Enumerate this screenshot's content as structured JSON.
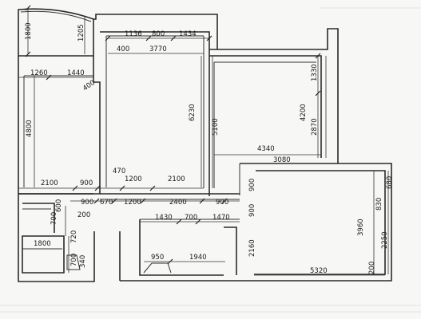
{
  "dimensions": {
    "d1800_top": "1800",
    "d1205": "1205",
    "d1136": "1136",
    "d800_top": "800",
    "d1434": "1434",
    "d400_a": "400",
    "d3770": "3770",
    "d1260": "1260",
    "d1440": "1440",
    "d400_b": "400",
    "d4800": "4800",
    "d6230": "6230",
    "d5100": "5100",
    "d1330": "1330",
    "d4200": "4200",
    "d2870": "2870",
    "d4340": "4340",
    "d3080": "3080",
    "d2100_left": "2100",
    "d900_a": "900",
    "d470": "470",
    "d1200_a": "1200",
    "d2100_mid": "2100",
    "d900_v1": "900",
    "d680": "680",
    "d900_b": "900",
    "d670": "670",
    "d1200_b": "1200",
    "d2400": "2400",
    "d900_c": "900",
    "d830": "830",
    "d600": "600",
    "d200_a": "200",
    "d900_v2": "900",
    "d700_a": "700",
    "d1430": "1430",
    "d700_b": "700",
    "d1470": "1470",
    "d3960": "3960",
    "d720": "720",
    "d2250": "2250",
    "d1800_bottom": "1800",
    "d950": "950",
    "d1940": "1940",
    "d2160": "2160",
    "d700_c": "700",
    "d340": "340",
    "d5320": "5320",
    "d200_b": "200"
  }
}
